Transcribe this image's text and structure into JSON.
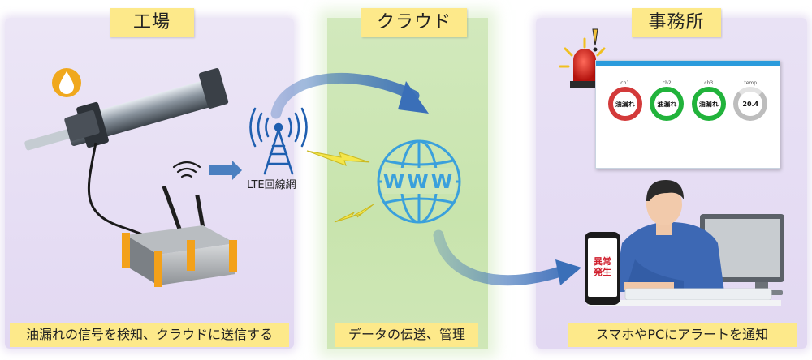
{
  "sections": {
    "factory": {
      "title": "工場",
      "caption": "油漏れの信号を検知、クラウドに送信する"
    },
    "cloud": {
      "title": "クラウド",
      "caption": "データの伝送、管理"
    },
    "office": {
      "title": "事務所",
      "caption": "スマホやPCにアラートを通知"
    }
  },
  "network": {
    "lte_label": "LTE回線網",
    "www_text": "WWW"
  },
  "dashboard": {
    "gauges": [
      {
        "channel": "ch1",
        "value": "油漏れ",
        "status": "alert",
        "color": "#d33a3a"
      },
      {
        "channel": "ch2",
        "value": "油漏れ",
        "status": "normal",
        "color": "#21b33b"
      },
      {
        "channel": "ch3",
        "value": "油漏れ",
        "status": "normal",
        "color": "#21b33b"
      },
      {
        "channel": "temp",
        "value": "20.4",
        "status": "value",
        "color": "#bdbdbd"
      }
    ]
  },
  "phone": {
    "alert_line1": "異常",
    "alert_line2": "発生"
  },
  "icons": [
    "oil-drop-icon",
    "wifi-signal-icon",
    "cell-tower-icon",
    "globe-www-icon",
    "alarm-light-icon",
    "lightning-icon",
    "person-icon",
    "monitor-icon",
    "smartphone-icon"
  ],
  "colors": {
    "factory_bg": "#e2d8f2",
    "cloud_bg": "#c8e4ad",
    "office_bg": "#e2d8f2",
    "label_bg": "#fde98a",
    "arrow_blue": "#4a7fc0",
    "alert_red": "#d0202e"
  }
}
